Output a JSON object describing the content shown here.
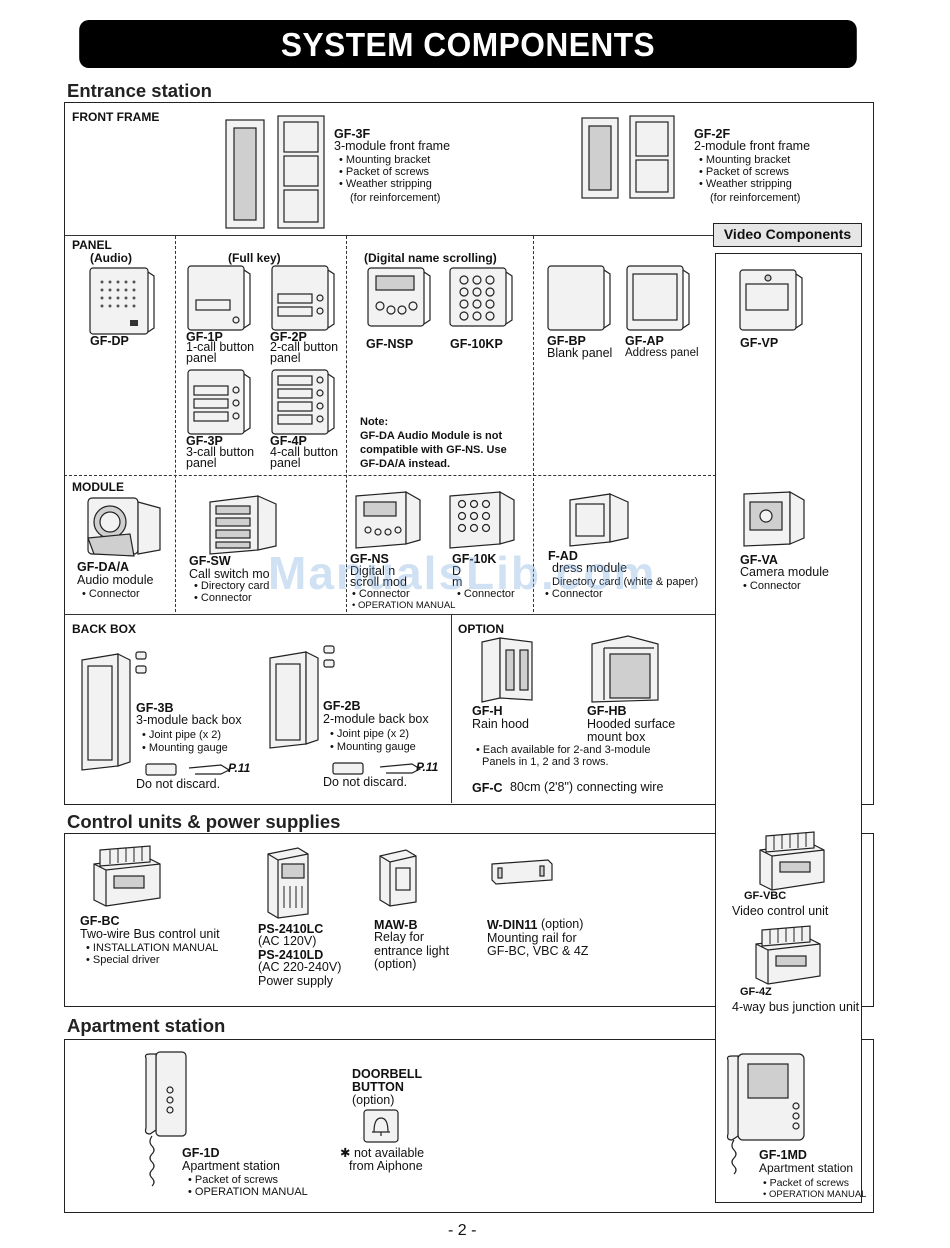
{
  "banner": "SYSTEM COMPONENTS",
  "sections": {
    "entrance": "Entrance station",
    "control": "Control units & power supplies",
    "apartment": "Apartment station"
  },
  "front_frame": {
    "label": "FRONT FRAME",
    "items": [
      {
        "code": "GF-3F",
        "desc": "3-module front frame",
        "bullets": [
          "• Mounting bracket",
          "• Packet of screws",
          "• Weather stripping",
          "(for reinforcement)"
        ]
      },
      {
        "code": "GF-2F",
        "desc": "2-module front frame",
        "bullets": [
          "• Mounting bracket",
          "• Packet of screws",
          "• Weather stripping",
          "(for reinforcement)"
        ]
      }
    ]
  },
  "video_components": {
    "header": "Video Components",
    "vp": {
      "code": "GF-VP"
    },
    "va": {
      "code": "GF-VA",
      "desc": "Camera module",
      "bullet": "• Connector"
    },
    "vbc": {
      "code": "GF-VBC",
      "desc": "Video control unit"
    },
    "z4": {
      "code": "GF-4Z",
      "desc": "4-way bus junction unit"
    },
    "md": {
      "code": "GF-1MD",
      "desc": "Apartment station",
      "bullets": [
        "• Packet of screws",
        "• OPERATION MANUAL"
      ]
    }
  },
  "panel": {
    "label": "PANEL",
    "audio": "(Audio)",
    "fullkey": "(Full key)",
    "digital": "(Digital name scrolling)",
    "dp": "GF-DP",
    "p1": {
      "code": "GF-1P",
      "l1": "1-call button",
      "l2": "panel"
    },
    "p2": {
      "code": "GF-2P",
      "l1": "2-call button",
      "l2": "panel"
    },
    "p3": {
      "code": "GF-3P",
      "l1": "3-call button",
      "l2": "panel"
    },
    "p4": {
      "code": "GF-4P",
      "l1": "4-call button",
      "l2": "panel"
    },
    "nsp": "GF-NSP",
    "kp": "GF-10KP",
    "bp": {
      "code": "GF-BP",
      "desc": "Blank panel"
    },
    "ap": {
      "code": "GF-AP",
      "desc": "Address panel"
    },
    "note": [
      "Note:",
      "GF-DA Audio Module is not",
      "compatible with GF-NS. Use",
      "GF-DA/A instead."
    ]
  },
  "module": {
    "label": "MODULE",
    "daa": {
      "code": "GF-DA/A",
      "desc": "Audio module",
      "bullet": "• Connector"
    },
    "sw": {
      "code": "GF-SW",
      "desc": "Call switch mo",
      "bullets": [
        "• Directory card",
        "• Connector"
      ]
    },
    "ns": {
      "code": "GF-NS",
      "l1": "Digital n",
      "l2": "scroll mod",
      "bullets": [
        "• Connector",
        "• OPERATION MANUAL"
      ]
    },
    "kk": {
      "code": "GF-10K",
      "l1": "D",
      "l2": "m",
      "bullet": "• Connector"
    },
    "ad": {
      "code": "F-AD",
      "l1": "dress module",
      "l2": "Directory card (white & paper)",
      "bullet": "• Connector"
    }
  },
  "backbox": {
    "label": "BACK BOX",
    "b3": {
      "code": "GF-3B",
      "desc": "3-module back box",
      "bullets": [
        "• Joint pipe (x 2)",
        "• Mounting gauge"
      ],
      "page": "P.11",
      "discard": "Do not discard."
    },
    "b2": {
      "code": "GF-2B",
      "desc": "2-module back box",
      "bullets": [
        "• Joint pipe (x 2)",
        "• Mounting gauge"
      ],
      "page": "P.11",
      "discard": "Do not discard."
    }
  },
  "option": {
    "label": "OPTION",
    "h": {
      "code": "GF-H",
      "desc": "Rain hood"
    },
    "hb": {
      "code": "GF-HB",
      "l1": "Hooded surface",
      "l2": "mount box"
    },
    "each": [
      "• Each available for 2-and 3-module",
      "Panels in 1, 2 and 3 rows."
    ],
    "gfc_code": "GF-C",
    "gfc_desc": "80cm (2'8\") connecting wire"
  },
  "control": {
    "bc": {
      "code": "GF-BC",
      "desc": "Two-wire Bus control unit",
      "bullets": [
        "• INSTALLATION MANUAL",
        "• Special driver"
      ]
    },
    "ps": {
      "c1": "PS-2410LC",
      "d1": "(AC 120V)",
      "c2": "PS-2410LD",
      "d2": "(AC 220-240V)",
      "d3": "Power supply"
    },
    "maw": {
      "code": "MAW-B",
      "l1": "Relay for",
      "l2": "entrance light",
      "l3": "(option)"
    },
    "din": {
      "code": "W-DIN11",
      "opt": " (option)",
      "l1": "Mounting rail for",
      "l2": "GF-BC, VBC & 4Z"
    }
  },
  "apartment": {
    "d1": {
      "code": "GF-1D",
      "desc": "Apartment station",
      "bullets": [
        "• Packet of screws",
        "• OPERATION MANUAL"
      ]
    },
    "doorbell": {
      "l1": "DOORBELL",
      "l2": "BUTTON",
      "l3": "(option)",
      "n1": "✱ not available",
      "n2": "from Aiphone"
    }
  },
  "watermark": "ManualsLib.com",
  "page_number": "- 2 -"
}
